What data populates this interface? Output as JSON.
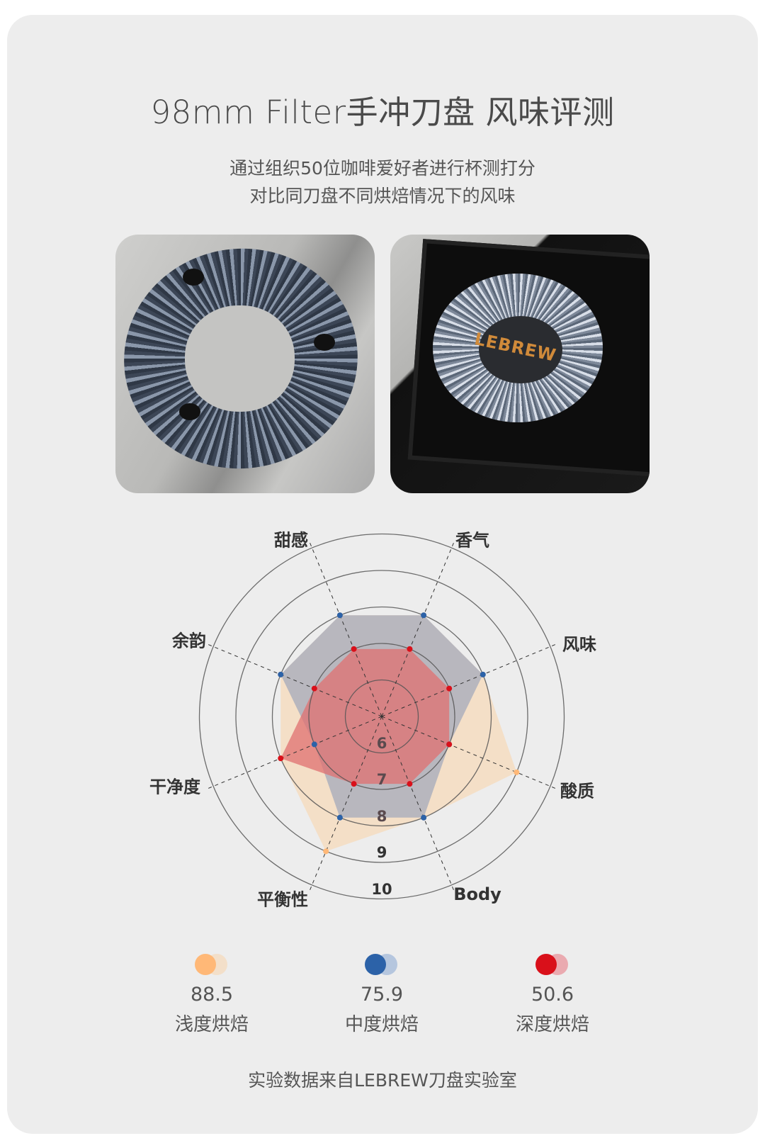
{
  "header": {
    "title": "98mm Filter手冲刀盘 风味评测",
    "subtitle_line1": "通过组织50位咖啡爱好者进行杯测打分",
    "subtitle_line2": "对比同刀盘不同烘焙情况下的风味"
  },
  "photos": {
    "logo_text": "LEBREW"
  },
  "chart_data": {
    "type": "radar",
    "axes": [
      "甜感",
      "香气",
      "风味",
      "酸质",
      "Body",
      "平衡性",
      "干净度",
      "余韵"
    ],
    "ticks": [
      "6",
      "7",
      "8",
      "9",
      "10"
    ],
    "range": [
      5,
      10
    ],
    "series": [
      {
        "name": "浅度烘焙",
        "score": "88.5",
        "color": "#ffb877",
        "fill": "#f5dcc0",
        "values": [
          8,
          8,
          8,
          9,
          8,
          9,
          8,
          8
        ]
      },
      {
        "name": "中度烘焙",
        "score": "75.9",
        "color": "#2c62a8",
        "fill": "#b4b4be",
        "values": [
          8,
          8,
          8,
          7,
          8,
          8,
          7,
          8
        ]
      },
      {
        "name": "深度烘焙",
        "score": "50.6",
        "color": "#d9101a",
        "fill": "#e07070",
        "values": [
          7,
          7,
          7,
          7,
          7,
          7,
          8,
          7
        ]
      }
    ]
  },
  "legend": [
    {
      "value": "88.5",
      "label": "浅度烘焙",
      "color": "#ffb877",
      "light": "#f3dfc9"
    },
    {
      "value": "75.9",
      "label": "中度烘焙",
      "color": "#2c62a8",
      "light": "#b5c6de"
    },
    {
      "value": "50.6",
      "label": "深度烘焙",
      "color": "#d9101a",
      "light": "#eaaab0"
    }
  ],
  "footer": "实验数据来自LEBREW刀盘实验室"
}
